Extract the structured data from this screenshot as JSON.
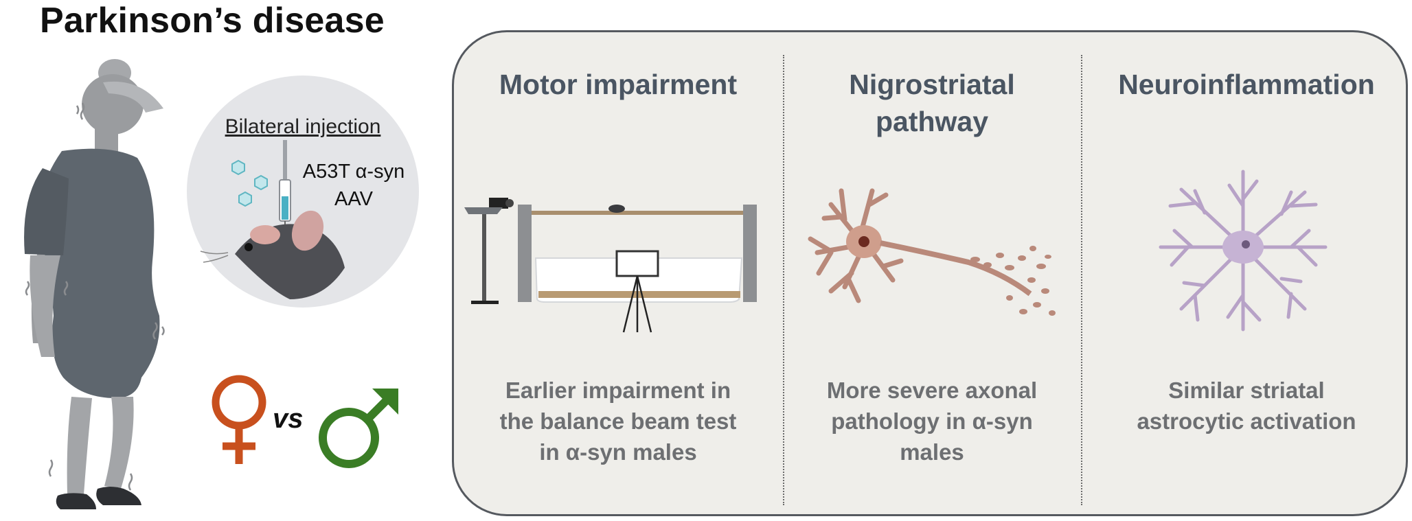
{
  "title": "Parkinson’s disease",
  "injection": {
    "title": "Bilateral injection",
    "agent_lines": [
      "A53T α-syn",
      "AAV"
    ]
  },
  "comparison": {
    "vs": "vs",
    "female_color": "#c8501e",
    "male_color": "#3a7d25"
  },
  "panel": {
    "columns": [
      {
        "heading_lines": [
          "Motor impairment"
        ],
        "illustration": "balance-beam-apparatus",
        "finding_lines": [
          "Earlier impairment in",
          "the balance beam test",
          "in α-syn males"
        ]
      },
      {
        "heading_lines": [
          "Nigrostriatal",
          "pathway"
        ],
        "illustration": "dopaminergic-neuron",
        "finding_lines": [
          "More severe axonal",
          "pathology in α-syn",
          "males"
        ]
      },
      {
        "heading_lines": [
          "Neuroinflammation"
        ],
        "illustration": "astrocyte",
        "finding_lines": [
          "Similar striatal",
          "astrocytic activation"
        ]
      }
    ]
  }
}
